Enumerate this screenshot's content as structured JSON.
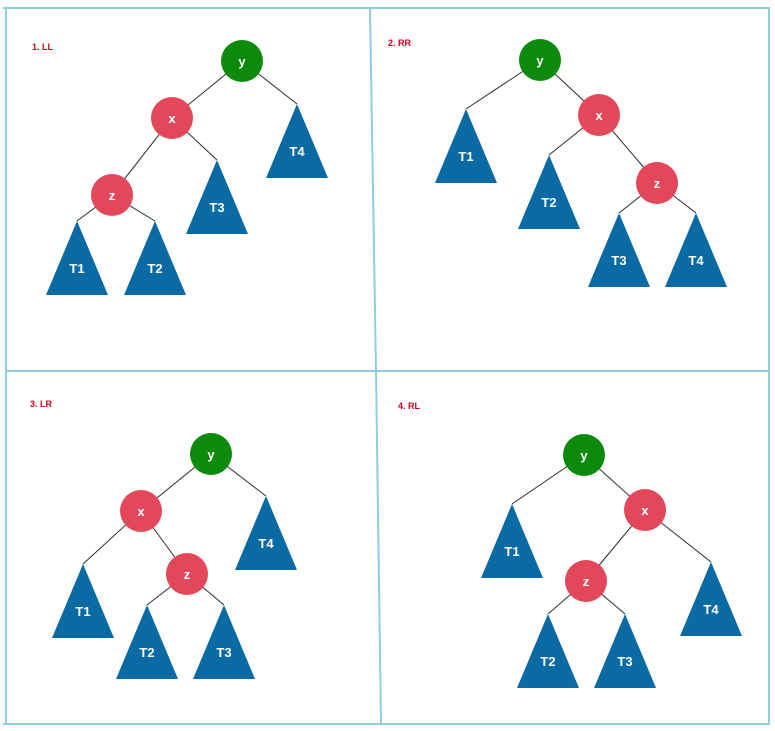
{
  "colors": {
    "root_node": "#0b8a0b",
    "child_node": "#e3475a",
    "subtree": "#0a6aa3",
    "label": "#d0021b",
    "border": "#8fcfe0"
  },
  "panels": [
    {
      "label": "1. LL",
      "nodes": [
        {
          "id": "y",
          "text": "y",
          "role": "root"
        },
        {
          "id": "x",
          "text": "x",
          "role": "child"
        },
        {
          "id": "z",
          "text": "z",
          "role": "child"
        }
      ],
      "subtrees": [
        {
          "id": "T1",
          "text": "T1"
        },
        {
          "id": "T2",
          "text": "T2"
        },
        {
          "id": "T3",
          "text": "T3"
        },
        {
          "id": "T4",
          "text": "T4"
        }
      ]
    },
    {
      "label": "2. RR",
      "nodes": [
        {
          "id": "y",
          "text": "y",
          "role": "root"
        },
        {
          "id": "x",
          "text": "x",
          "role": "child"
        },
        {
          "id": "z",
          "text": "z",
          "role": "child"
        }
      ],
      "subtrees": [
        {
          "id": "T1",
          "text": "T1"
        },
        {
          "id": "T2",
          "text": "T2"
        },
        {
          "id": "T3",
          "text": "T3"
        },
        {
          "id": "T4",
          "text": "T4"
        }
      ]
    },
    {
      "label": "3. LR",
      "nodes": [
        {
          "id": "y",
          "text": "y",
          "role": "root"
        },
        {
          "id": "x",
          "text": "x",
          "role": "child"
        },
        {
          "id": "z",
          "text": "z",
          "role": "child"
        }
      ],
      "subtrees": [
        {
          "id": "T1",
          "text": "T1"
        },
        {
          "id": "T2",
          "text": "T2"
        },
        {
          "id": "T3",
          "text": "T3"
        },
        {
          "id": "T4",
          "text": "T4"
        }
      ]
    },
    {
      "label": "4. RL",
      "nodes": [
        {
          "id": "y",
          "text": "y",
          "role": "root"
        },
        {
          "id": "x",
          "text": "x",
          "role": "child"
        },
        {
          "id": "z",
          "text": "z",
          "role": "child"
        }
      ],
      "subtrees": [
        {
          "id": "T1",
          "text": "T1"
        },
        {
          "id": "T2",
          "text": "T2"
        },
        {
          "id": "T3",
          "text": "T3"
        },
        {
          "id": "T4",
          "text": "T4"
        }
      ]
    }
  ]
}
